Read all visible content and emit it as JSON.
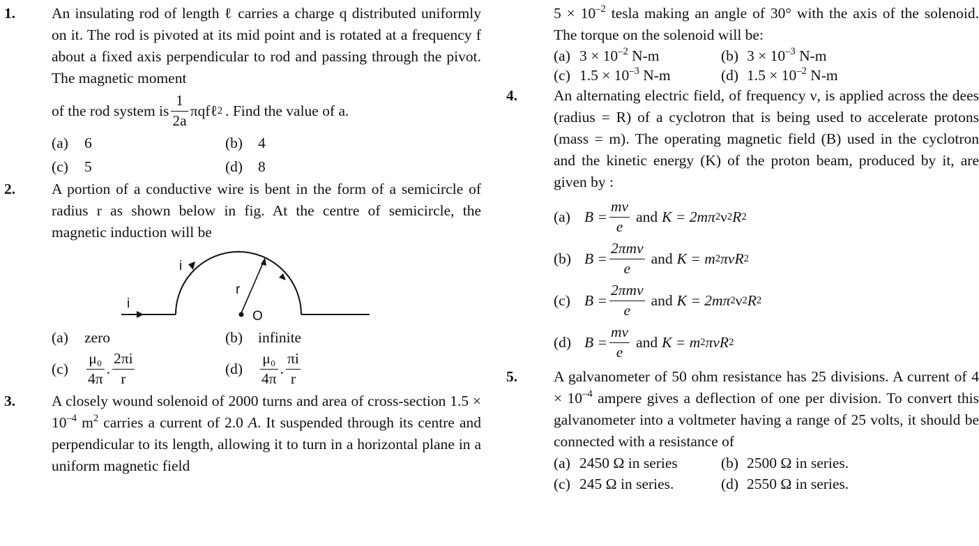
{
  "page": {
    "left": {
      "q1": {
        "num": "1.",
        "text": "An insulating rod of length ℓ carries a charge q distributed uniformly on it. The rod is pivoted at its mid point and is rotated at a frequency f about a fixed axis perpendicular to rod and passing through the pivot. The magnetic moment",
        "formula_pre": "of the rod system is",
        "frac_num": "1",
        "frac_den": "2a",
        "formula_tail": "πqfℓ",
        "formula_exp": "2",
        "formula_post": ". Find the value of a.",
        "options": [
          {
            "label": "(a)",
            "text": "6"
          },
          {
            "label": "(b)",
            "text": "4"
          },
          {
            "label": "(c)",
            "text": "5"
          },
          {
            "label": "(d)",
            "text": "8"
          }
        ]
      },
      "q2": {
        "num": "2.",
        "text": "A portion of a conductive wire is bent in the form of a semicircle of radius r as shown below in fig. At the centre of semicircle, the magnetic induction will be",
        "diagram": {
          "current_top": "i",
          "current_left": "i",
          "radius": "r",
          "centre": "O"
        },
        "options": [
          {
            "label": "(a)",
            "text": "zero"
          },
          {
            "label": "(b)",
            "text": "infinite"
          }
        ],
        "frac_options": [
          {
            "label": "(c)",
            "a_num": "μ₀",
            "a_den": "4π",
            "sep": ".",
            "b_num": "2πi",
            "b_den": "r"
          },
          {
            "label": "(d)",
            "a_num": "μ₀",
            "a_den": "4π",
            "sep": ".",
            "b_num": "πi",
            "b_den": "r"
          }
        ]
      },
      "q3": {
        "num": "3.",
        "text_a": "A closely wound solenoid of 2000 turns and area of cross-section 1.5 × 10",
        "exp1": "–4",
        "text_b": " m",
        "exp2": "2",
        "text_c": " carries a current of 2.0 ",
        "unit_a": "A",
        "text_d": ". It suspended through its centre and perpendicular to its length, allowing it to turn in a horizontal plane in a uniform magnetic field"
      }
    },
    "right": {
      "q3cont": {
        "text_a": "5 × 10",
        "exp": "–2",
        "text_b": " tesla making an angle of 30° with the axis of the solenoid. The torque on the solenoid will be:",
        "options": [
          {
            "label": "(a)",
            "pre": "3 × 10",
            "exp": "–2",
            "post": " N-m"
          },
          {
            "label": "(b)",
            "pre": "3 × 10",
            "exp": "–3",
            "post": " N-m"
          },
          {
            "label": "(c)",
            "pre": "1.5 × 10",
            "exp": "–3",
            "post": " N-m"
          },
          {
            "label": "(d)",
            "pre": "1.5 × 10",
            "exp": "–2",
            "post": " N-m"
          }
        ]
      },
      "q4": {
        "num": "4.",
        "text": "An alternating electric field, of frequency ν, is applied across the dees (radius = R) of a cyclotron that is being used to accelerate protons (mass = m). The operating magnetic field (B) used in the cyclotron and the kinetic energy (K) of the proton beam, produced by it, are given by :",
        "options": [
          {
            "label": "(a)",
            "b": "B =",
            "num": "mν",
            "den": "e",
            "and": "and",
            "k": "K = 2mπ",
            "k1": "2",
            "k2": "ν",
            "k3": "2",
            "k4": "R",
            "k5": "2"
          },
          {
            "label": "(b)",
            "b": "B =",
            "num": "2πmν",
            "den": "e",
            "and": "and",
            "k": "K = m",
            "k1": "2",
            "k2": "πνR",
            "k3": "2",
            "k4": "",
            "k5": ""
          },
          {
            "label": "(c)",
            "b": "B =",
            "num": "2πmν",
            "den": "e",
            "and": "and",
            "k": "K = 2mπ",
            "k1": "2",
            "k2": "ν",
            "k3": "2",
            "k4": "R",
            "k5": "2"
          },
          {
            "label": "(d)",
            "b": "B =",
            "num": "mν",
            "den": "e",
            "and": "and",
            "k": "K = m",
            "k1": "2",
            "k2": "πνR",
            "k3": "2",
            "k4": "",
            "k5": ""
          }
        ]
      },
      "q5": {
        "num": "5.",
        "text_a": "A galvanometer of 50 ohm resistance has 25 divisions. A current of 4 × 10",
        "exp": "–4",
        "text_b": " ampere gives a deflection of one per division. To convert this galvanometer into a voltmeter having a range of 25 volts, it should be connected with a resistance of",
        "options": [
          {
            "label": "(a)",
            "text": "2450 Ω in series"
          },
          {
            "label": "(b)",
            "text": "2500 Ω in series."
          },
          {
            "label": "(c)",
            "text": "245 Ω in series."
          },
          {
            "label": "(d)",
            "text": "2550 Ω in series."
          }
        ]
      }
    }
  }
}
